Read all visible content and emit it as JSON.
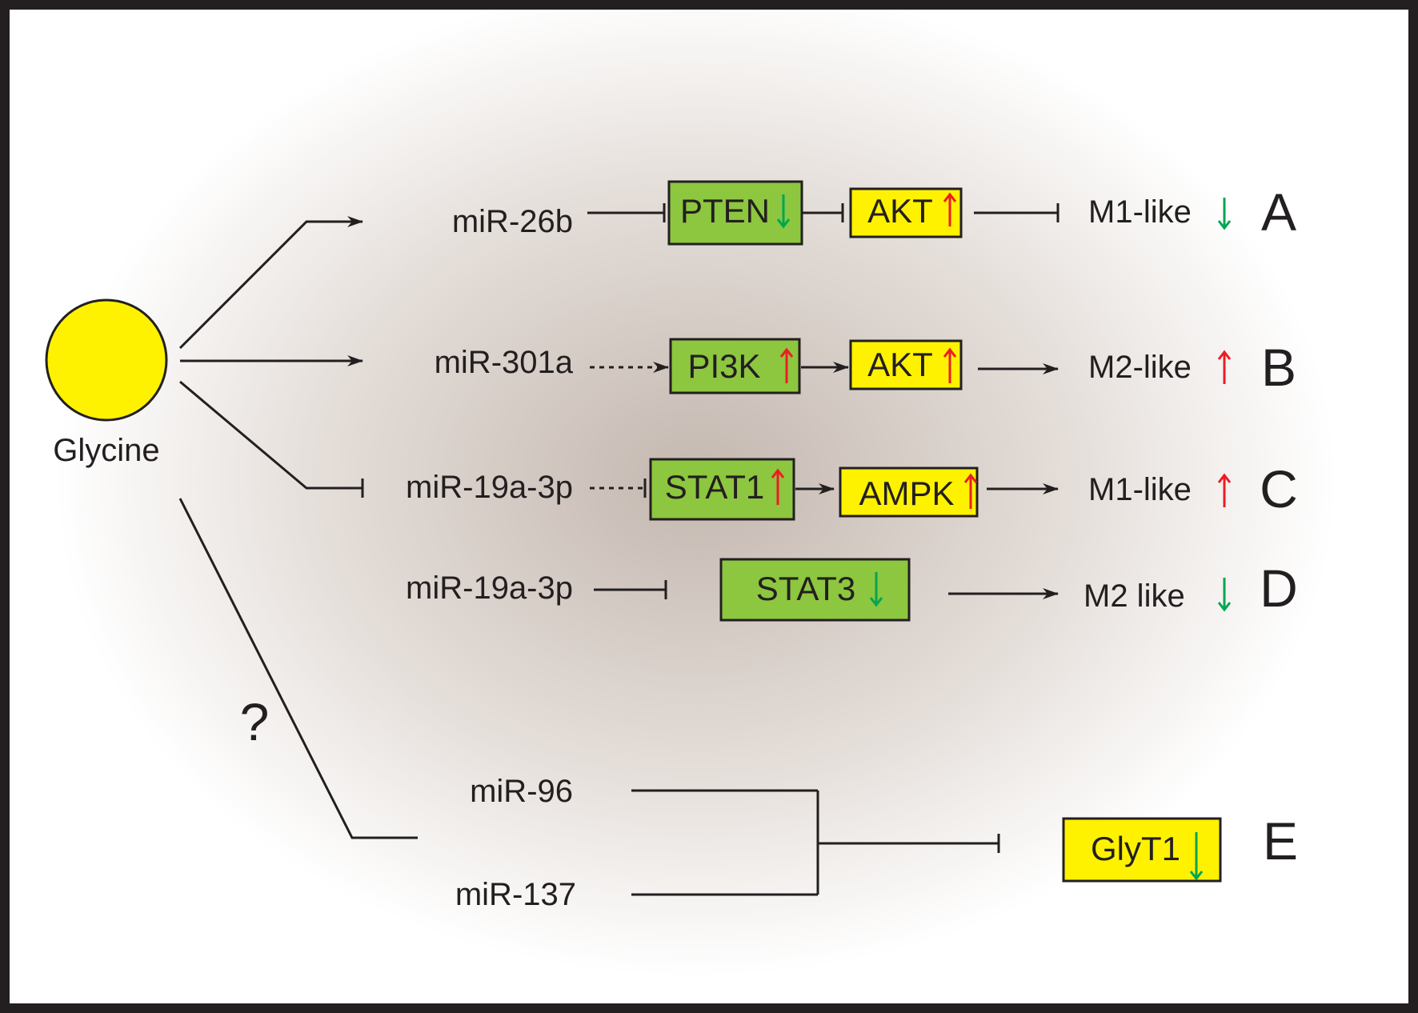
{
  "colors": {
    "green_box": "#8dc63f",
    "yellow_box": "#fff200",
    "up_arrow": "#ed1c24",
    "down_arrow": "#00a651",
    "ink": "#231f20",
    "frame": "#231f20"
  },
  "icons": {
    "up": "up-arrow-icon",
    "down": "down-arrow-icon"
  },
  "glycine": {
    "label": "Glycine"
  },
  "question_mark": "?",
  "pathways": {
    "a": {
      "mirna": "miR-26b",
      "node1": "PTEN",
      "node1_dir": "down",
      "node2": "AKT",
      "node2_dir": "up",
      "outcome": "M1-like",
      "outcome_dir": "down",
      "panel": "A"
    },
    "b": {
      "mirna": "miR-301a",
      "node1": "PI3K",
      "node1_dir": "up",
      "node2": "AKT",
      "node2_dir": "up",
      "outcome": "M2-like",
      "outcome_dir": "up",
      "panel": "B"
    },
    "c": {
      "mirna": "miR-19a-3p",
      "node1": "STAT1",
      "node1_dir": "up",
      "node2": "AMPK",
      "node2_dir": "up",
      "outcome": "M1-like",
      "outcome_dir": "up",
      "panel": "C"
    },
    "d": {
      "mirna": "miR-19a-3p",
      "node1": "STAT3",
      "node1_dir": "down",
      "outcome": "M2 like",
      "outcome_dir": "down",
      "panel": "D"
    },
    "e": {
      "mirna1": "miR-96",
      "mirna2": "miR-137",
      "target": "GlyT1",
      "target_dir": "down",
      "panel": "E"
    }
  }
}
